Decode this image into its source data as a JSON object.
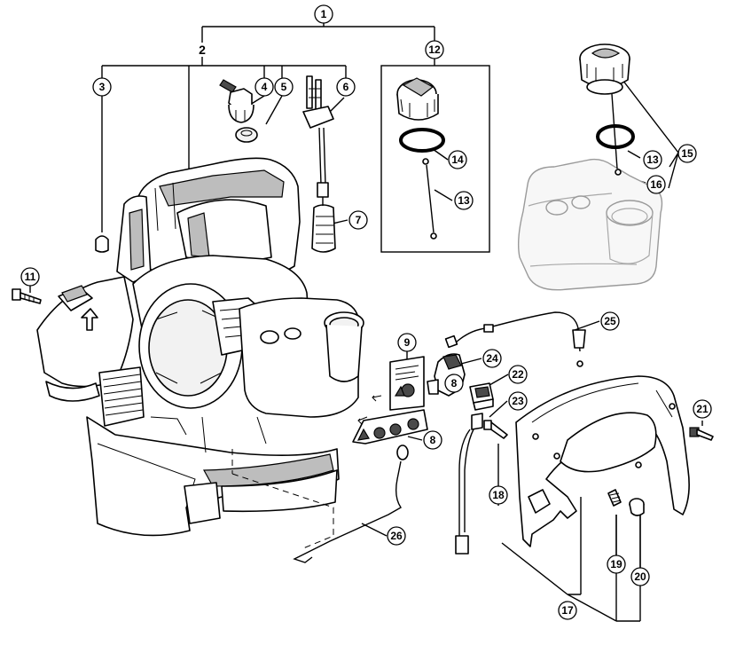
{
  "callouts": {
    "c1": "1",
    "c2": "2",
    "c3": "3",
    "c4": "4",
    "c5": "5",
    "c6": "6",
    "c7": "7",
    "c8a": "8",
    "c8b": "8",
    "c9": "9",
    "c11": "11",
    "c12": "12",
    "c13a": "13",
    "c13b": "13",
    "c14": "14",
    "c15": "15",
    "c16": "16",
    "c17": "17",
    "c18": "18",
    "c19": "19",
    "c20": "20",
    "c21": "21",
    "c22": "22",
    "c23": "23",
    "c24": "24",
    "c25": "25",
    "c26": "26"
  }
}
